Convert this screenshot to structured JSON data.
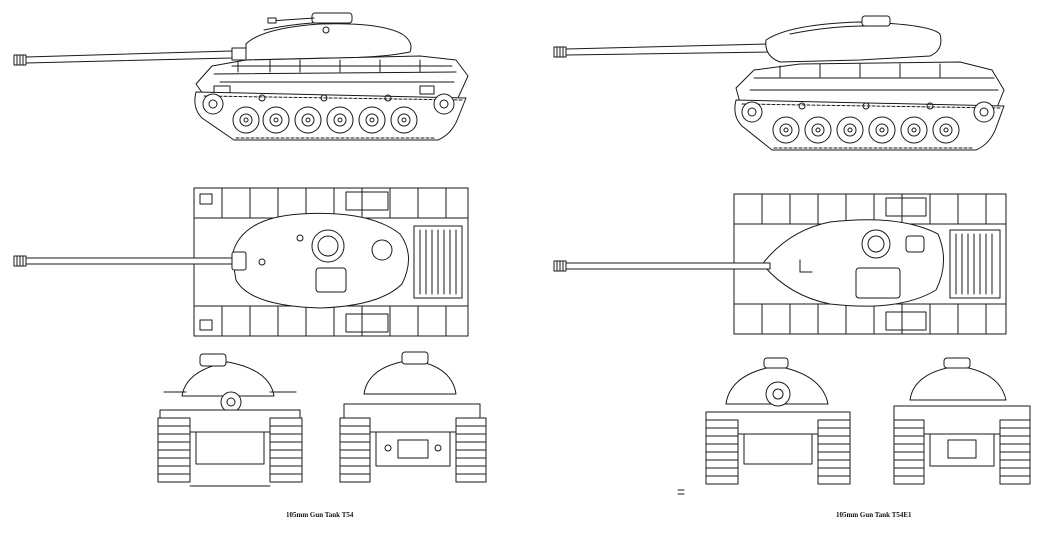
{
  "drawings": [
    {
      "caption": "105mm Gun Tank T54",
      "views": [
        "side-view",
        "top-view",
        "front-view",
        "rear-view"
      ]
    },
    {
      "caption": "105mm Gun Tank T54E1",
      "views": [
        "side-view",
        "top-view",
        "front-view",
        "rear-view"
      ]
    }
  ],
  "colors": {
    "line": "#1a1a1a",
    "background": "#ffffff",
    "fill": "#ffffff"
  }
}
